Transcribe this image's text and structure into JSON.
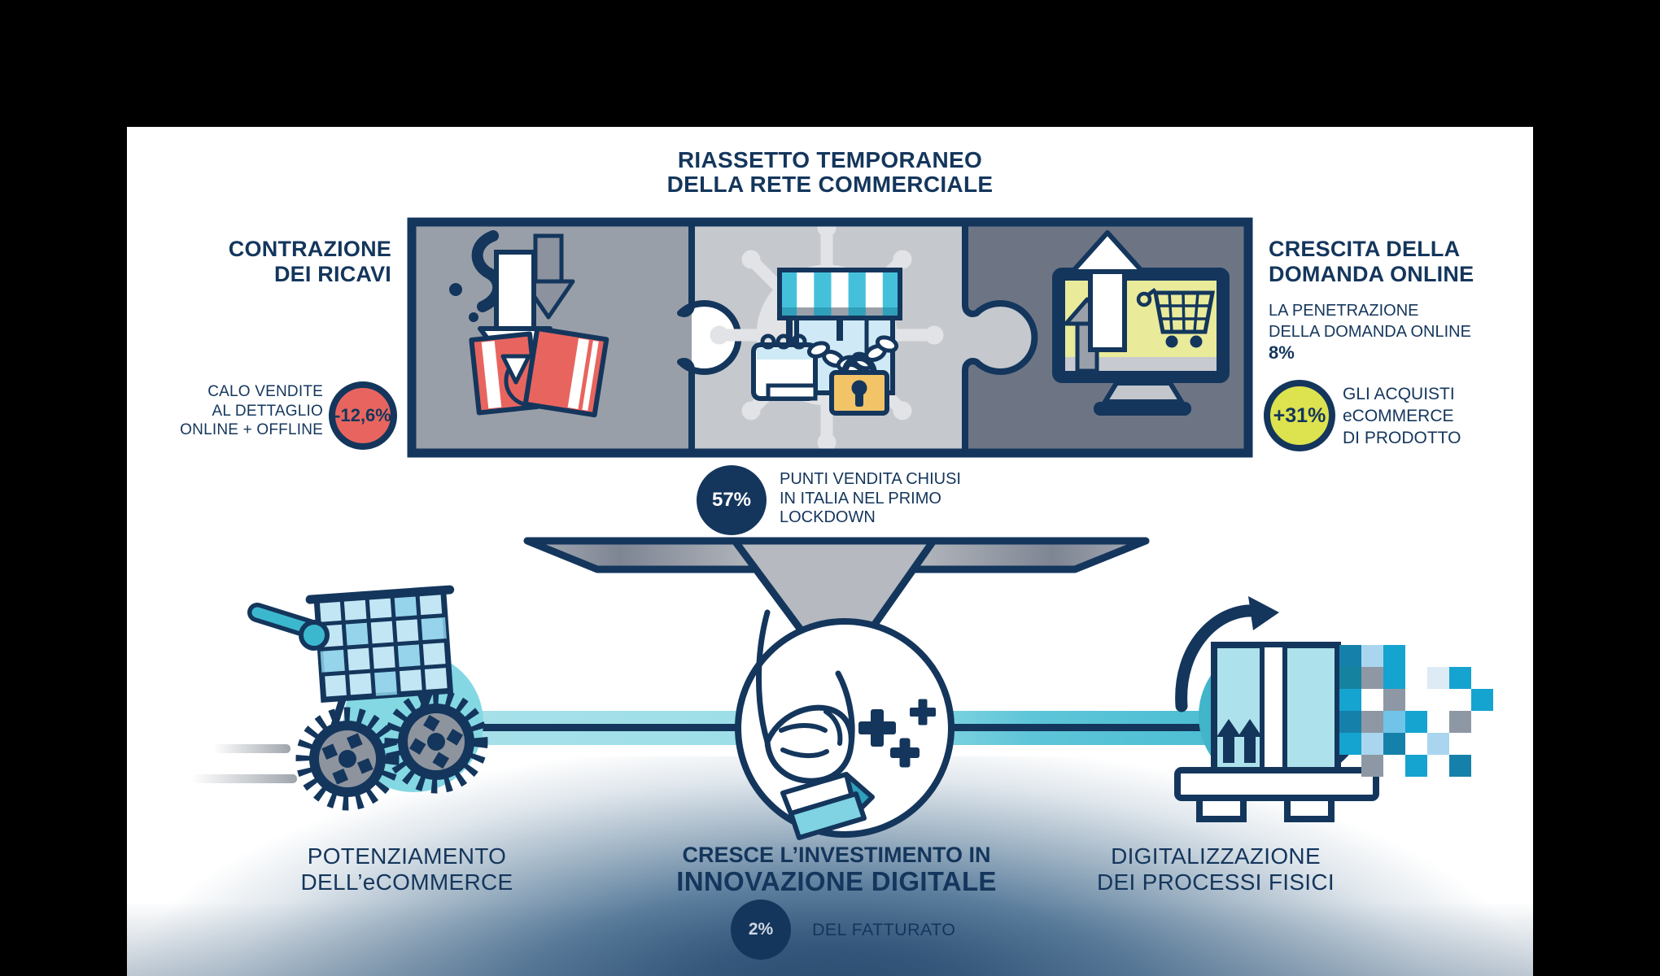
{
  "colors": {
    "navy": "#14365c",
    "canvas": "#ffffff",
    "frame": "#000000",
    "red_badge": "#e8655f",
    "yellow_badge": "#dde24f",
    "stat_circle": "#14365c",
    "teal_accent": "#45c0da",
    "band_light": "#a7e0e9",
    "band_dark": "#49bcd2",
    "piece_left_gray": "#999fa8",
    "piece_mid_gray": "#c5c8cd",
    "piece_right_slate": "#6d7585"
  },
  "header": {
    "title_line1": "RIASSETTO TEMPORANEO",
    "title_line2": "DELLA RETE COMMERCIALE"
  },
  "left_block": {
    "heading_line1": "CONTRAZIONE",
    "heading_line2": "DEI RICAVI",
    "note_line1": "CALO VENDITE",
    "note_line2": "AL DETTAGLIO",
    "note_line3": "ONLINE + OFFLINE",
    "badge_value": "-12,6%"
  },
  "right_block": {
    "heading_line1": "CRESCITA DELLA",
    "heading_line2": "DOMANDA ONLINE",
    "note_line1": "LA PENETRAZIONE",
    "note_line2": "DELLA DOMANDA ONLINE",
    "note_strong": "8%",
    "badge_value": "+31%",
    "badge_note_line1": "GLI ACQUISTI",
    "badge_note_line2": "eCOMMERCE",
    "badge_note_line3": "DI PRODOTTO"
  },
  "lockdown_stat": {
    "value": "57%",
    "line1": "PUNTI VENDITA CHIUSI",
    "line2": "IN ITALIA NEL PRIMO",
    "line3": "LOCKDOWN"
  },
  "bottom_left": {
    "line1": "POTENZIAMENTO",
    "line2": "DELL’eCOMMERCE"
  },
  "bottom_center": {
    "line1": "CRESCE L’INVESTIMENTO IN",
    "line2": "INNOVAZIONE DIGITALE",
    "stat_value": "2%",
    "stat_label": "DEL FATTURATO"
  },
  "bottom_right": {
    "line1": "DIGITALIZZAZIONE",
    "line2": "DEI PROCESSI FISICI"
  },
  "icons": [
    "falling-sales-icon",
    "closed-store-lockdown-icon",
    "online-demand-growth-icon",
    "funnel-icon",
    "hand-money-investment-icon",
    "speeding-ecommerce-cart-icon",
    "digitized-package-icon"
  ]
}
